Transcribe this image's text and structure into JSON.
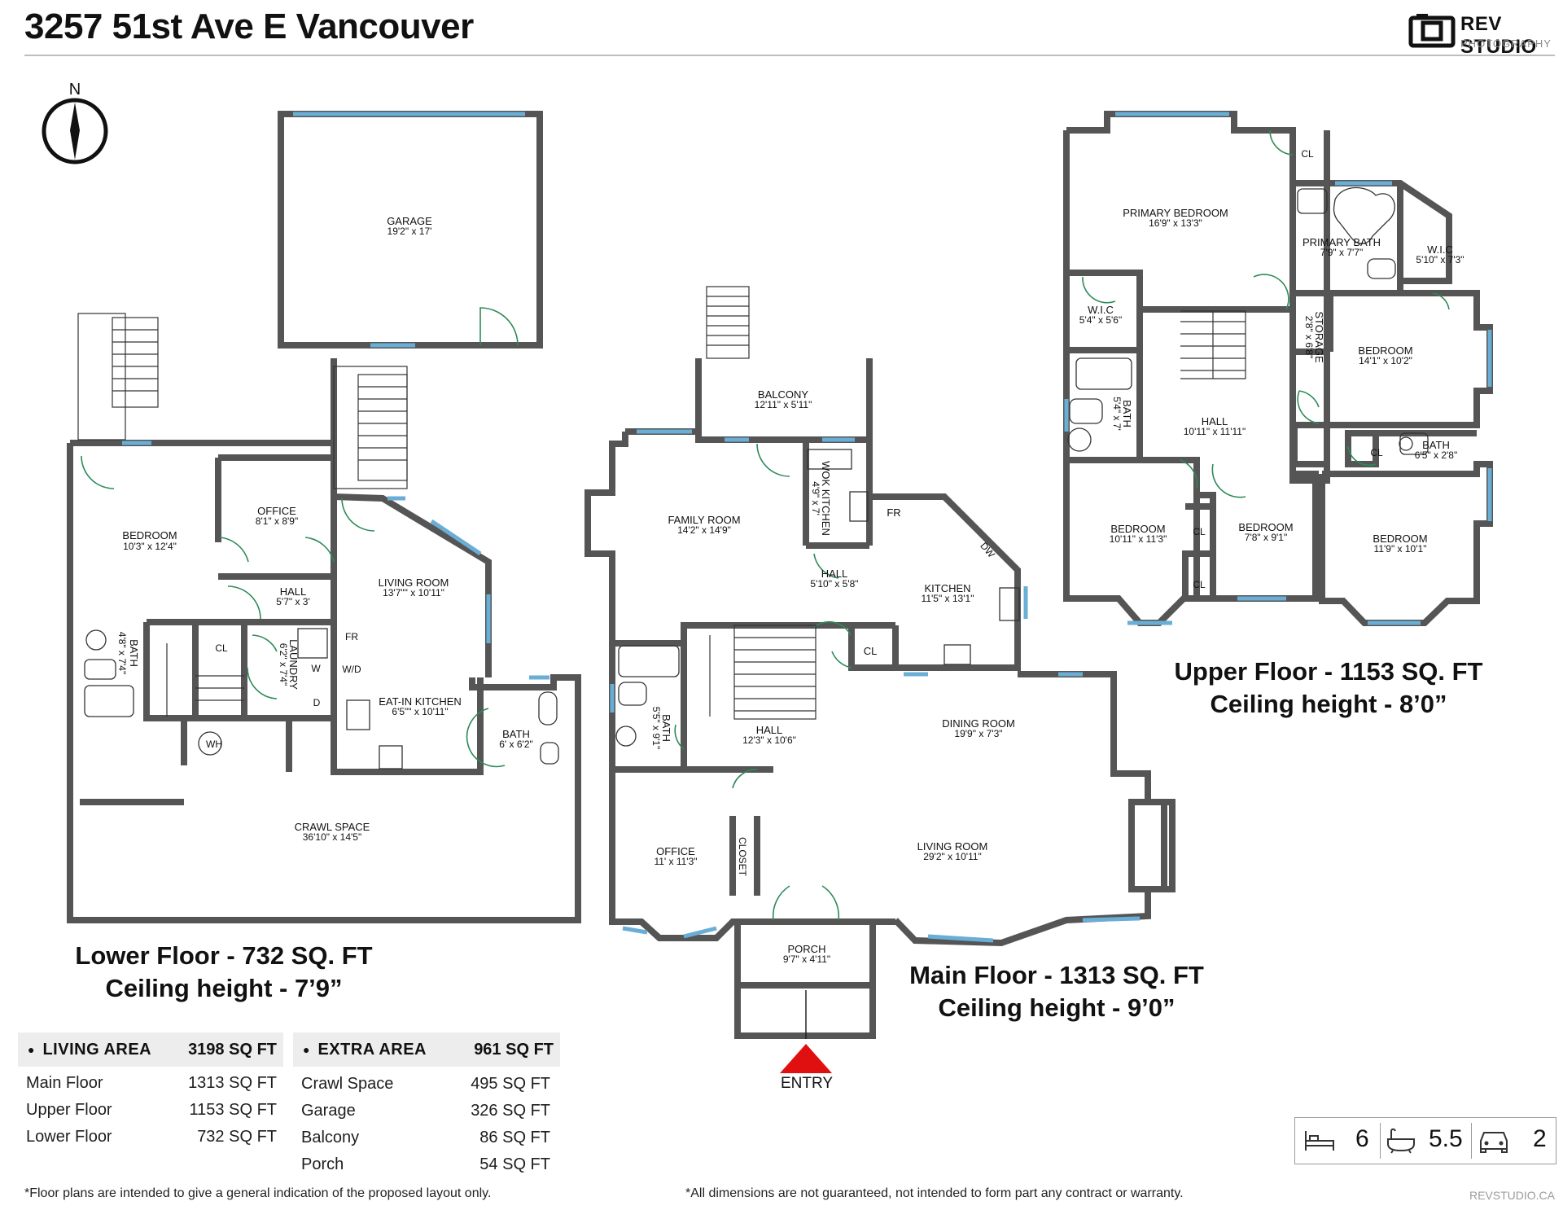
{
  "header": {
    "title": "3257 51st Ave E Vancouver",
    "brand": "REV STUDIO",
    "brand_sub": "PHOTOGRAPHY"
  },
  "compass": {
    "label": "N"
  },
  "floors": {
    "lower": {
      "caption": "Lower Floor - 732 SQ. FT",
      "ceiling": "Ceiling height - 7’9”",
      "rooms": [
        {
          "name": "GARAGE",
          "dim": "19'2\" x 17'"
        },
        {
          "name": "BEDROOM",
          "dim": "10'3\" x 12'4\""
        },
        {
          "name": "OFFICE",
          "dim": "8'1\" x 8'9\""
        },
        {
          "name": "HALL",
          "dim": "5'7\" x 3'"
        },
        {
          "name": "LIVING ROOM",
          "dim": "13'7\"\" x 10'11\""
        },
        {
          "name": "EAT-IN KITCHEN",
          "dim": "6'5\"\" x 10'11\""
        },
        {
          "name": "BATH",
          "dim": "6' x 6'2\""
        },
        {
          "name": "CRAWL SPACE",
          "dim": "36'10\" x 14'5\""
        },
        {
          "name": "BATH",
          "dim": "4'8\" x 7'4\""
        },
        {
          "name": "LAUNDRY",
          "dim": "6'2\" x 7'4\""
        }
      ],
      "fixtures": [
        "CL",
        "FR",
        "W",
        "W/D",
        "D",
        "WH"
      ]
    },
    "main": {
      "caption": "Main Floor - 1313 SQ. FT",
      "ceiling": "Ceiling height - 9’0”",
      "rooms": [
        {
          "name": "BALCONY",
          "dim": "12'11\" x 5'11\""
        },
        {
          "name": "FAMILY ROOM",
          "dim": "14'2\" x 14'9\""
        },
        {
          "name": "WOK KITCHEN",
          "dim": "4'9\" x 7'"
        },
        {
          "name": "HALL",
          "dim": "5'10\" x 5'8\""
        },
        {
          "name": "KITCHEN",
          "dim": "11'5\" x 13'1\""
        },
        {
          "name": "DINING ROOM",
          "dim": "19'9\" x 7'3\""
        },
        {
          "name": "HALL",
          "dim": "12'3\" x 10'6\""
        },
        {
          "name": "BATH",
          "dim": "5'5\" x 9'1\""
        },
        {
          "name": "OFFICE",
          "dim": "11' x 11'3\""
        },
        {
          "name": "LIVING ROOM",
          "dim": "29'2\" x 10'11\""
        },
        {
          "name": "PORCH",
          "dim": "9'7\" x 4'11\""
        }
      ],
      "fixtures": [
        "FR",
        "DW",
        "CL",
        "CLOSET"
      ],
      "entry": "ENTRY"
    },
    "upper": {
      "caption": "Upper Floor - 1153 SQ. FT",
      "ceiling": "Ceiling height - 8’0”",
      "rooms": [
        {
          "name": "PRIMARY BEDROOM",
          "dim": "16'9\" x 13'3\""
        },
        {
          "name": "PRIMARY BATH",
          "dim": "7'9\" x 7'7\""
        },
        {
          "name": "W.I.C",
          "dim": "5'10\" x 7'3\""
        },
        {
          "name": "W.I.C",
          "dim": "5'4\" x 5'6\""
        },
        {
          "name": "STORAGE",
          "dim": "2'8\" x 6'8\""
        },
        {
          "name": "BEDROOM",
          "dim": "14'1\" x 10'2\""
        },
        {
          "name": "BATH",
          "dim": "5'4\" x 7'"
        },
        {
          "name": "HALL",
          "dim": "10'11\" x 11'11\""
        },
        {
          "name": "BATH",
          "dim": "6'5\" x 2'8\""
        },
        {
          "name": "BEDROOM",
          "dim": "10'11\" x 11'3\""
        },
        {
          "name": "BEDROOM",
          "dim": "7'8\" x 9'1\""
        },
        {
          "name": "BEDROOM",
          "dim": "11'9\" x 10'1\""
        }
      ],
      "fixtures": [
        "CL",
        "CL",
        "CL",
        "CL"
      ]
    }
  },
  "living_area": {
    "title": "LIVING AREA",
    "total": "3198 SQ FT",
    "rows": [
      {
        "label": "Main Floor",
        "value": "1313 SQ FT"
      },
      {
        "label": "Upper Floor",
        "value": "1153 SQ FT"
      },
      {
        "label": "Lower Floor",
        "value": "732 SQ FT"
      }
    ]
  },
  "extra_area": {
    "title": "EXTRA AREA",
    "total": "961 SQ FT",
    "rows": [
      {
        "label": "Crawl Space",
        "value": "495 SQ FT"
      },
      {
        "label": "Garage",
        "value": "326 SQ FT"
      },
      {
        "label": "Balcony",
        "value": "86 SQ FT"
      },
      {
        "label": "Porch",
        "value": "54 SQ FT"
      }
    ]
  },
  "summary": {
    "beds": "6",
    "baths": "5.5",
    "parking": "2"
  },
  "footer": {
    "left": "*Floor plans are intended to give a general indication of the proposed layout only.",
    "center": "*All dimensions are not guaranteed, not intended to form part any contract or warranty.",
    "site": "REVSTUDIO.CA"
  },
  "colors": {
    "wall": "#555555",
    "window": "#6aaed6",
    "door": "#2e8b57",
    "entry_arrow": "#e01010"
  }
}
